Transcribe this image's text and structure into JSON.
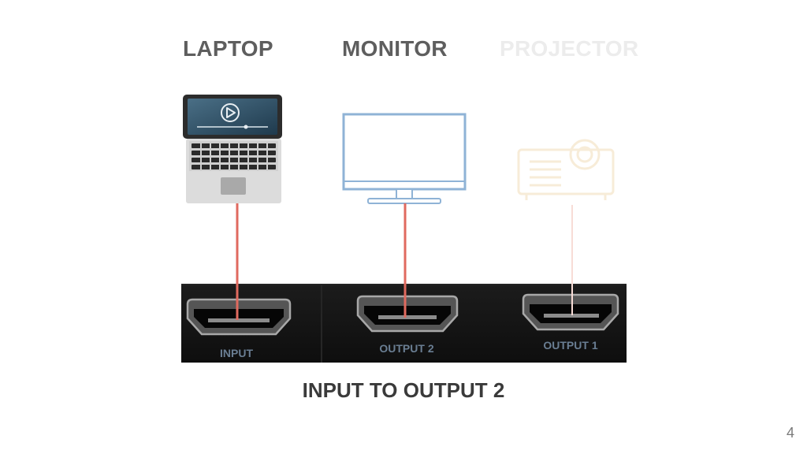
{
  "devices": {
    "laptop": "LAPTOP",
    "monitor": "MONITOR",
    "projector": "PROJECTOR"
  },
  "ports": {
    "input": "INPUT",
    "output2": "OUTPUT 2",
    "output1": "OUTPUT 1"
  },
  "caption": "INPUT TO OUTPUT 2",
  "page_number": "4",
  "colors": {
    "cable_active": "#e06a5f",
    "cable_inactive": "#f8dcd6",
    "monitor_outline": "#8fb3d6",
    "projector_outline": "#f7ecd8",
    "panel": "#141414"
  },
  "icons": [
    "laptop-icon",
    "monitor-icon",
    "projector-icon",
    "play-icon"
  ]
}
